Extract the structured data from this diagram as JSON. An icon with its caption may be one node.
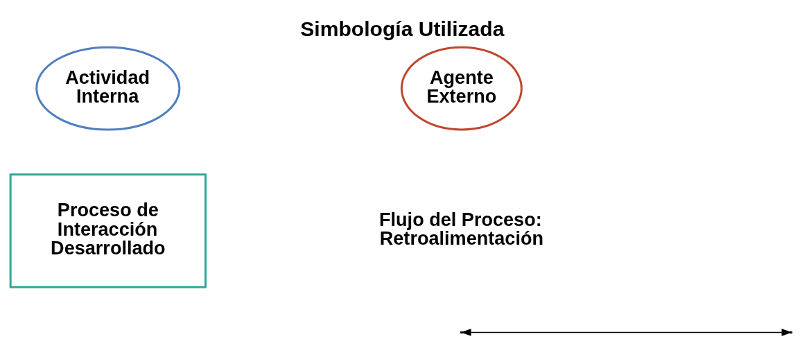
{
  "diagram": {
    "title": "Simbología Utilizada",
    "nodes": [
      {
        "text": [
          "Actividad Interna"
        ]
      },
      {
        "text": [
          "Agente Externo"
        ]
      },
      {
        "text": [
          "Proceso de Interacción Desarrollado"
        ]
      }
    ],
    "legend": [
      {
        "text": "Flujo del Proceso: Retroalimentación"
      }
    ]
  }
}
